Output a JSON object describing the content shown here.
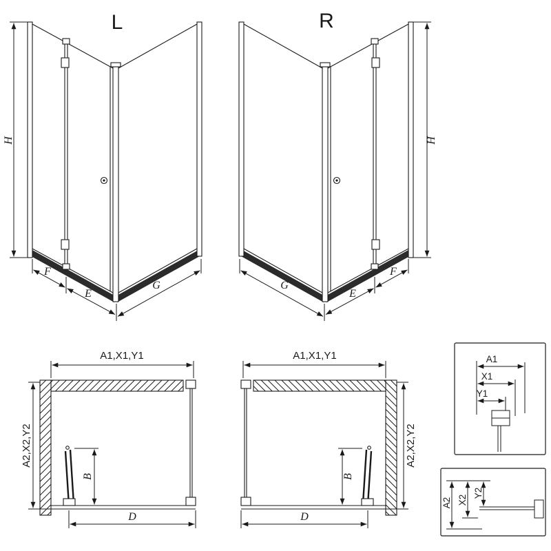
{
  "colors": {
    "line": "#1a1a1a",
    "tray": "#2b2b2b",
    "background": "#ffffff"
  },
  "views": {
    "front_left": {
      "label": "L",
      "h": "H",
      "f": "F",
      "e": "E",
      "g": "G"
    },
    "front_right": {
      "label": "R",
      "h": "H",
      "f": "F",
      "e": "E",
      "g": "G"
    },
    "plan_left": {
      "width": "A1,X1,Y1",
      "depth": "A2,X2,Y2",
      "b": "B",
      "d": "D"
    },
    "plan_right": {
      "width": "A1,X1,Y1",
      "depth": "A2,X2,Y2",
      "b": "B",
      "d": "D"
    },
    "detail_top": {
      "a": "A1",
      "x": "X1",
      "y": "Y1"
    },
    "detail_bottom": {
      "a": "A2",
      "x": "X2",
      "y": "Y2"
    }
  }
}
